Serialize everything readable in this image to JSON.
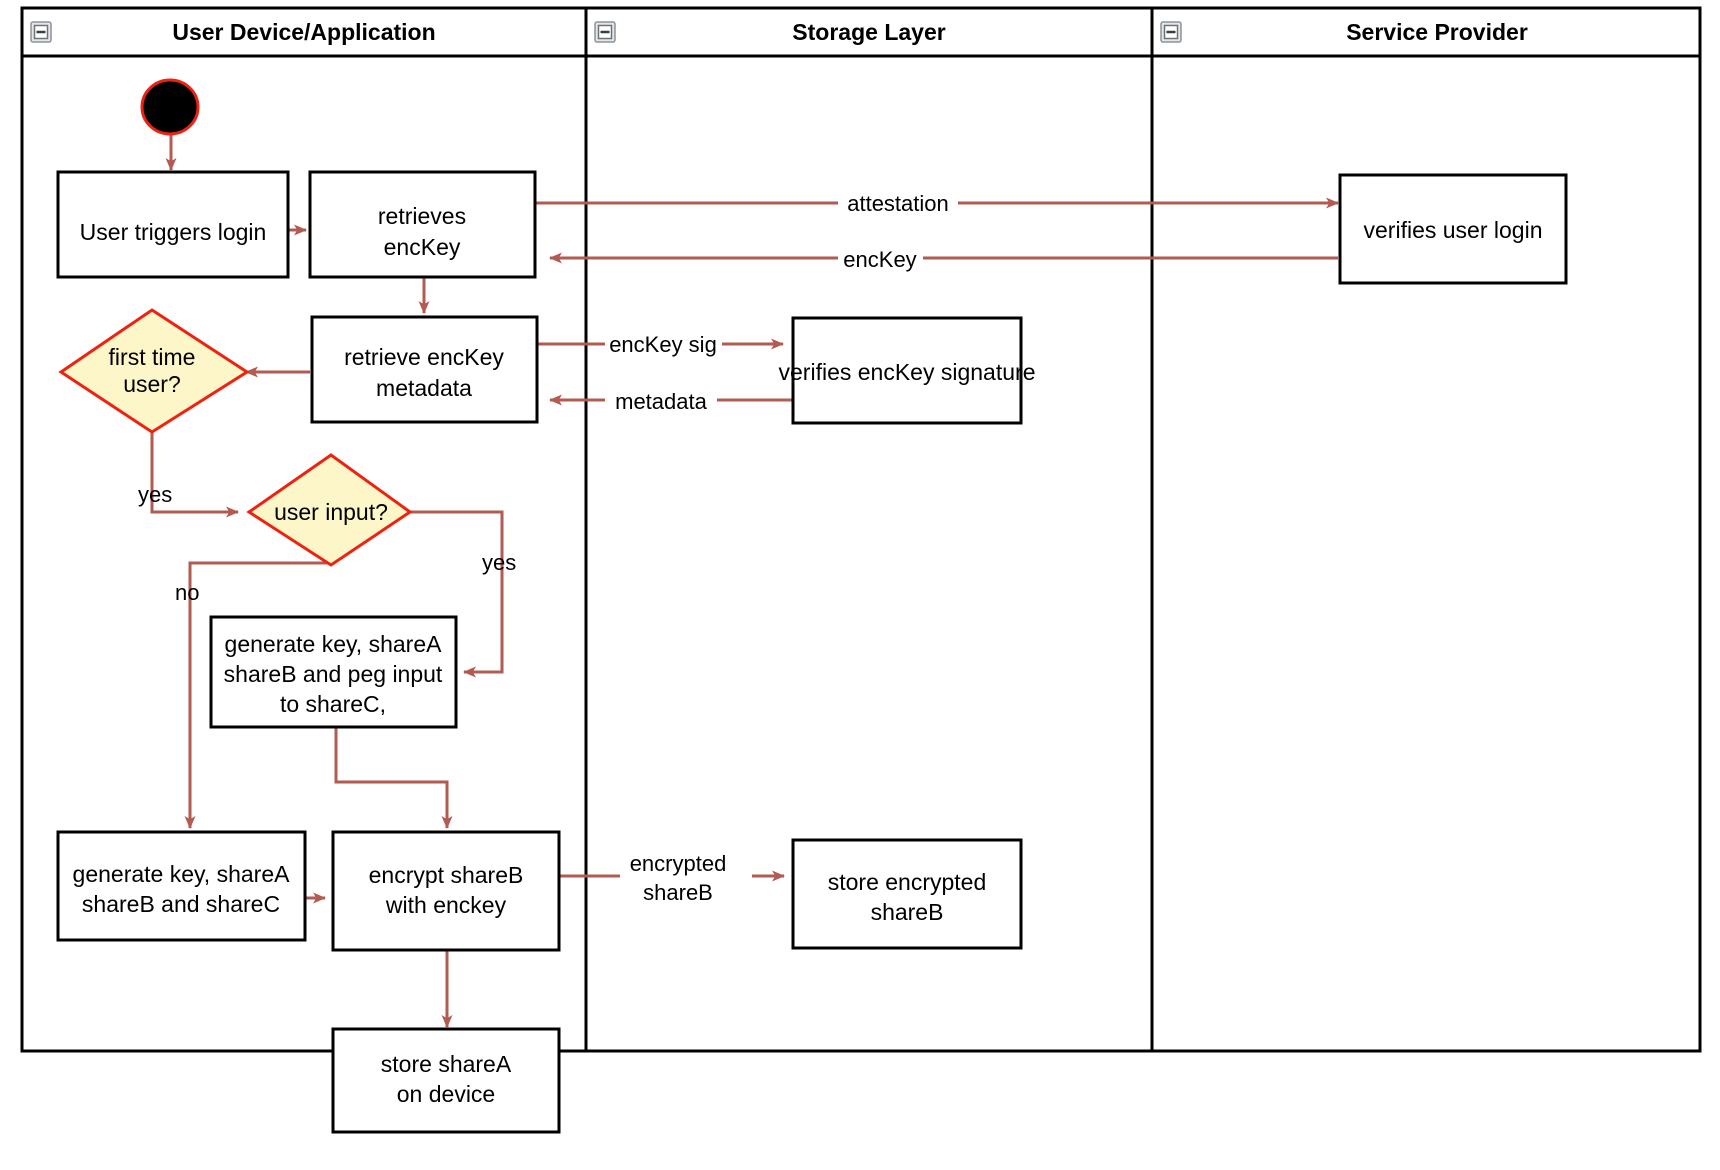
{
  "diagram": {
    "type": "uml-activity-swimlane",
    "title": "",
    "background_color": "#ffffff",
    "frame_color": "#000000",
    "flow_color": "#b25b52",
    "decision_fill": "#fdf6c8",
    "decision_stroke": "#ee2211",
    "start_node_fill": "#000000",
    "start_node_stroke": "#ee2211"
  },
  "lanes": [
    {
      "id": "lane-user-device",
      "title": "User Device/Application",
      "collapse_icon": "collapse-minus-icon"
    },
    {
      "id": "lane-storage",
      "title": "Storage Layer",
      "collapse_icon": "collapse-minus-icon"
    },
    {
      "id": "lane-service-provider",
      "title": "Service Provider",
      "collapse_icon": "collapse-minus-icon"
    }
  ],
  "nodes": {
    "start": {
      "name": "start-node",
      "label": ""
    },
    "user_triggers_login": {
      "lane": "lane-user-device",
      "label_line1": "User triggers login"
    },
    "retrieves_enckey": {
      "lane": "lane-user-device",
      "label_line1": "retrieves",
      "label_line2": "encKey"
    },
    "retrieve_enckey_metadata": {
      "lane": "lane-user-device",
      "label_line1": "retrieve encKey",
      "label_line2": "metadata"
    },
    "first_time_user": {
      "lane": "lane-user-device",
      "label_line1": "first time",
      "label_line2": "user?",
      "shape": "decision"
    },
    "user_input": {
      "lane": "lane-user-device",
      "label_line1": "user input?",
      "shape": "decision"
    },
    "generate_peg": {
      "lane": "lane-user-device",
      "label_line1": "generate key, shareA",
      "label_line2": "shareB and peg input",
      "label_line3": "to shareC,"
    },
    "generate_shares": {
      "lane": "lane-user-device",
      "label_line1": "generate key, shareA",
      "label_line2": "shareB and shareC"
    },
    "encrypt_shareb": {
      "lane": "lane-user-device",
      "label_line1": "encrypt shareB",
      "label_line2": "with enckey"
    },
    "store_sharea": {
      "lane": "lane-user-device",
      "label_line1": "store shareA",
      "label_line2": "on device"
    },
    "verifies_enckey_signature": {
      "lane": "lane-storage",
      "label_line1": "verifies encKey signature"
    },
    "store_encrypted_shareb": {
      "lane": "lane-storage",
      "label_line1": "store encrypted",
      "label_line2": "shareB"
    },
    "verifies_user_login": {
      "lane": "lane-service-provider",
      "label_line1": "verifies user login"
    }
  },
  "edge_labels": {
    "attestation": "attestation",
    "enckey": "encKey",
    "enckey_sig": "encKey sig",
    "metadata": "metadata",
    "first_time_yes": "yes",
    "user_input_yes": "yes",
    "user_input_no": "no",
    "encrypted_shareb_l1": "encrypted",
    "encrypted_shareb_l2": "shareB"
  }
}
